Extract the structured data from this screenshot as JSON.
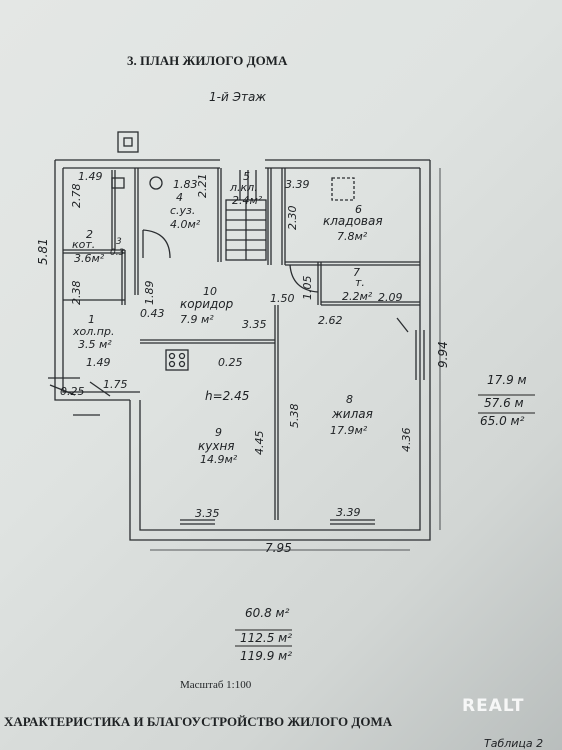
{
  "header": {
    "section_title": "3. ПЛАН ЖИЛОГО ДОМА",
    "floor_label": "1-й Этаж"
  },
  "rooms": [
    {
      "num": "1",
      "name": "хол.пр.",
      "area": "3.5 м²"
    },
    {
      "num": "2",
      "name": "кот.",
      "area": "3.6м²"
    },
    {
      "num": "3",
      "name": "",
      "area": "0.3"
    },
    {
      "num": "4",
      "name": "с.уз.",
      "area": "4.0м²"
    },
    {
      "num": "5",
      "name": "л.кл.",
      "area": "2.4м²"
    },
    {
      "num": "6",
      "name": "кладовая",
      "area": "7.8м²"
    },
    {
      "num": "7",
      "name": "т.",
      "area": "2.2м²"
    },
    {
      "num": "8",
      "name": "жилая",
      "area": "17.9м²"
    },
    {
      "num": "9",
      "name": "кухня",
      "area": "14.9м²"
    },
    {
      "num": "10",
      "name": "коридор",
      "area": "7.9 м²"
    }
  ],
  "dimensions": {
    "d_1_49_top": "1.49",
    "d_1_83": "1.83",
    "d_2_21": "2.21",
    "d_3_39_top": "3.39",
    "d_2_78": "2.78",
    "d_2_30": "2.30",
    "d_5_81": "5.81",
    "d_2_38": "2.38",
    "d_1_89": "1.89",
    "d_1_50": "1.50",
    "d_1_05": "1.05",
    "d_2_09": "2.09",
    "d_0_43": "0.43",
    "d_3_35_mid": "3.35",
    "d_2_62": "2.62",
    "d_1_49_low": "1.49",
    "d_0_25_a": "0.25",
    "d_1_75": "1.75",
    "d_0_25_b": "0.25",
    "d_9_94": "9.94",
    "ceiling_height": "h=2.45",
    "d_4_45": "4.45",
    "d_5_38": "5.38",
    "d_4_36": "4.36",
    "d_3_35_bottom": "3.35",
    "d_3_39_bottom": "3.39",
    "d_7_95": "7.95"
  },
  "summary_right": {
    "line1": "17.9 м",
    "line2": "57.6 м",
    "line3": "65.0 м²"
  },
  "summary_bottom": {
    "line1": "60.8 м²",
    "line2": "112.5 м²",
    "line3": "119.9 м²"
  },
  "scale_label": "Масштаб  1:100",
  "next_section_title": "ХАРАКТЕРИСТИКА И БЛАГОУСТРОЙСТВО ЖИЛОГО ДОМА",
  "table_label": "Таблица 2",
  "watermark": "REALT"
}
